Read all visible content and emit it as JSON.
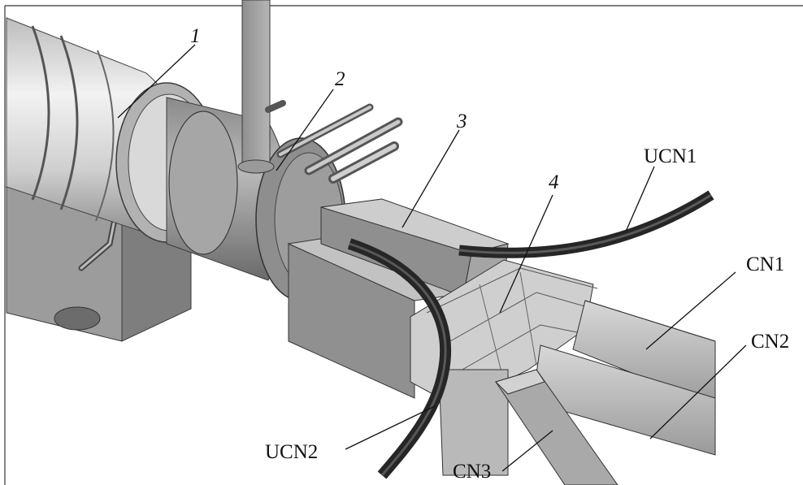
{
  "labels": {
    "l1": "1",
    "l2": "2",
    "l3": "3",
    "l4": "4",
    "ucn1": "UCN1",
    "ucn2": "UCN2",
    "cn1": "CN1",
    "cn2": "CN2",
    "cn3": "CN3"
  },
  "colors": {
    "frame": "#333333",
    "metal_light": "#e6e6e6",
    "metal_mid": "#a8a8a8",
    "metal_dark": "#5c5c5c",
    "tube": "#2b2b2b"
  }
}
